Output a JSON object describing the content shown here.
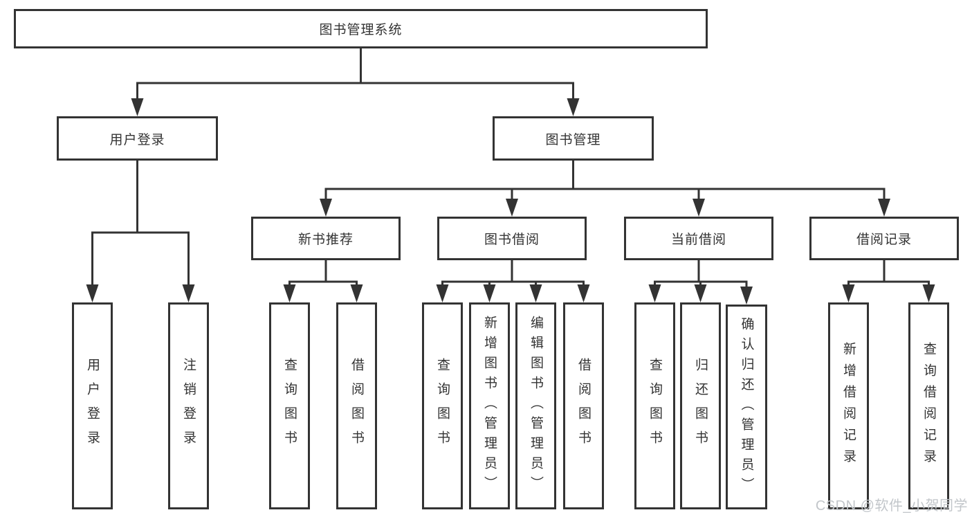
{
  "root": {
    "label": "图书管理系统"
  },
  "branches": [
    {
      "label": "用户登录",
      "children": [
        {
          "label": "用户登录"
        },
        {
          "label": "注销登录"
        }
      ]
    },
    {
      "label": "图书管理",
      "children": [
        {
          "label": "新书推荐",
          "children": [
            {
              "label": "查询图书"
            },
            {
              "label": "借阅图书"
            }
          ]
        },
        {
          "label": "图书借阅",
          "children": [
            {
              "label": "查询图书"
            },
            {
              "label": "新增图书（管理员）"
            },
            {
              "label": "编辑图书（管理员）"
            },
            {
              "label": "借阅图书"
            }
          ]
        },
        {
          "label": "当前借阅",
          "children": [
            {
              "label": "查询图书"
            },
            {
              "label": "归还图书"
            },
            {
              "label": "确认归还（管理员）"
            }
          ]
        },
        {
          "label": "借阅记录",
          "children": [
            {
              "label": "新增借阅记录"
            },
            {
              "label": "查询借阅记录"
            }
          ]
        }
      ]
    }
  ],
  "watermark": {
    "text": "CSDN @软件_小贺同学"
  },
  "colors": {
    "line": "#333333",
    "text": "#333333",
    "bg": "#ffffff",
    "box_bg": "#ffffff",
    "watermark": "#c2c6ca"
  }
}
